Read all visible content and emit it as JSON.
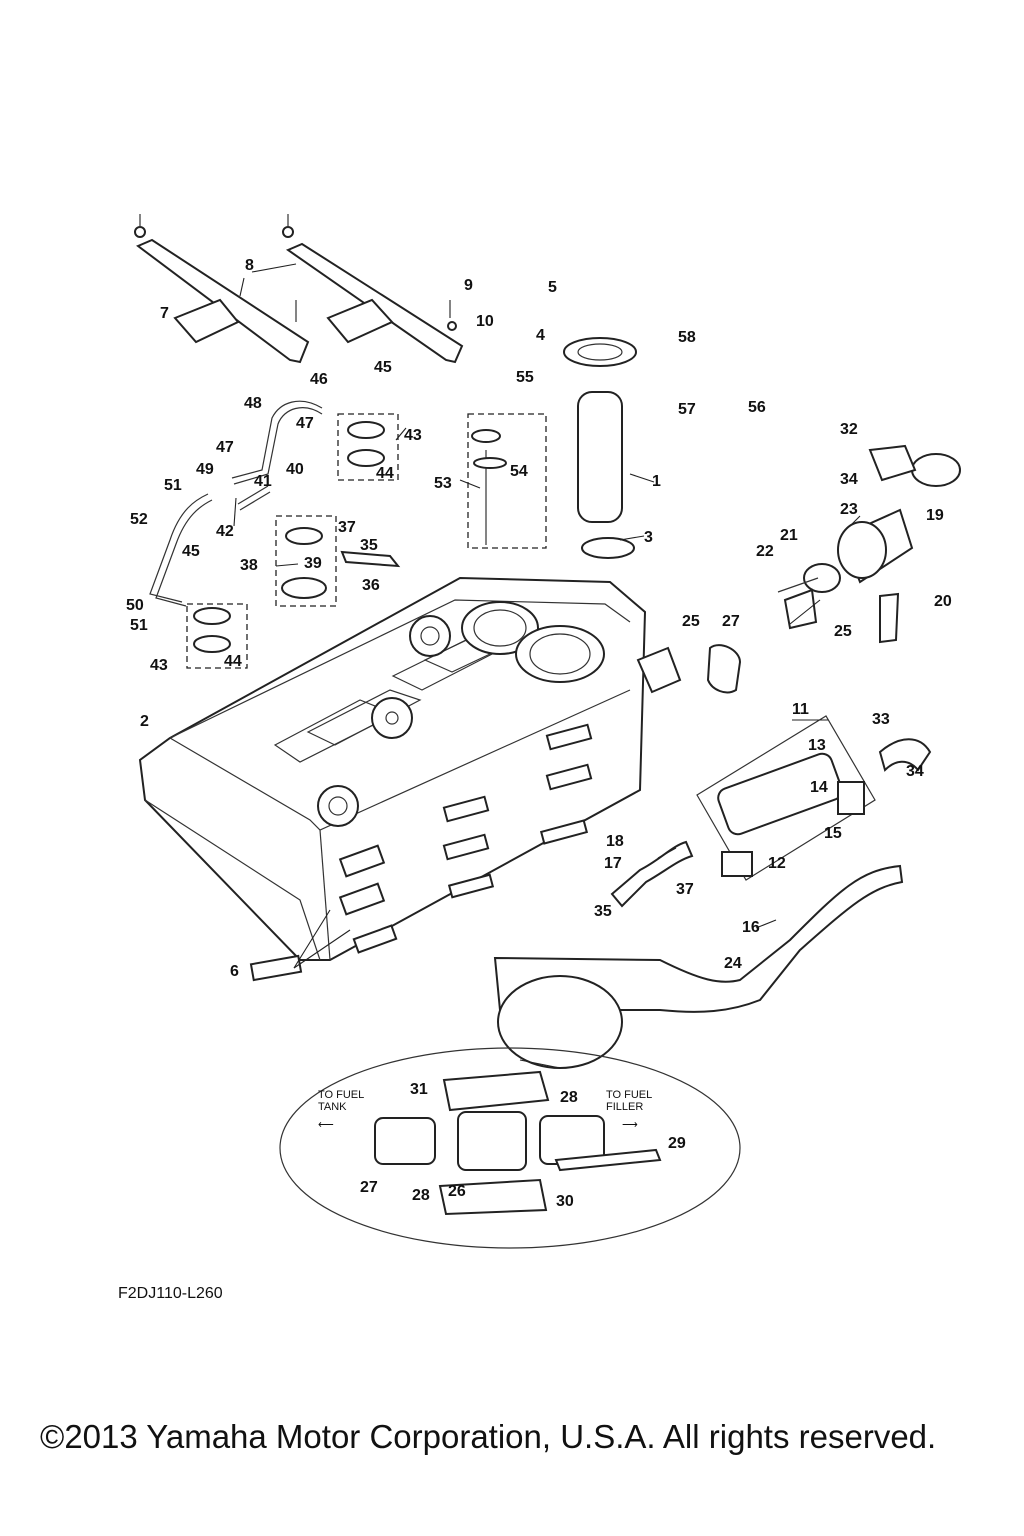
{
  "diagram": {
    "callouts": [
      "1",
      "2",
      "3",
      "4",
      "5",
      "6",
      "7",
      "8",
      "9",
      "10",
      "11",
      "12",
      "13",
      "14",
      "15",
      "16",
      "17",
      "18",
      "19",
      "20",
      "21",
      "22",
      "23",
      "24",
      "25",
      "26",
      "27",
      "28",
      "29",
      "30",
      "31",
      "32",
      "33",
      "34",
      "35",
      "36",
      "37",
      "38",
      "39",
      "40",
      "41",
      "42",
      "43",
      "44",
      "45",
      "46",
      "47",
      "48",
      "49",
      "50",
      "51",
      "52",
      "53",
      "54",
      "55",
      "56",
      "57",
      "58"
    ],
    "labels": {
      "to_fuel_tank": [
        "TO FUEL",
        "TANK"
      ],
      "to_fuel_filler": [
        "TO FUEL",
        "FILLER"
      ]
    },
    "figure_code": "F2DJ110-L260",
    "copyright": "©2013 Yamaha Motor Corporation, U.S.A. All rights reserved."
  }
}
